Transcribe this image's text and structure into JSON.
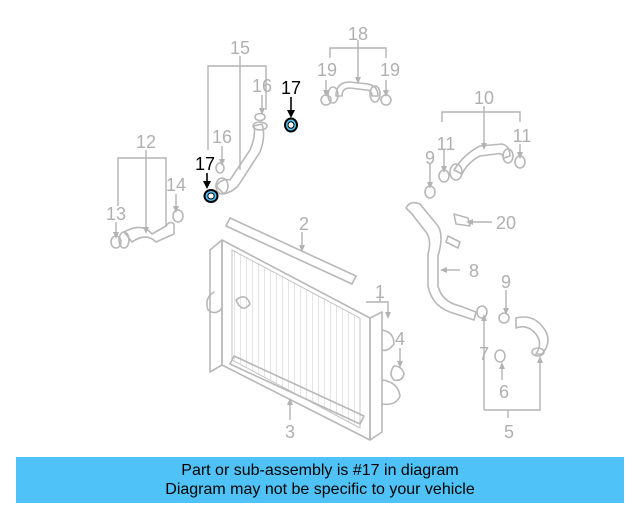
{
  "diagram": {
    "highlight_color": "#4fc3f7",
    "part_line_color": "#b8b8b8",
    "callouts": {
      "c1": "1",
      "c2": "2",
      "c3": "3",
      "c4": "4",
      "c5": "5",
      "c6": "6",
      "c7": "7",
      "c8": "8",
      "c9a": "9",
      "c9b": "9",
      "c10": "10",
      "c11a": "11",
      "c11b": "11",
      "c12": "12",
      "c13": "13",
      "c14": "14",
      "c15": "15",
      "c16a": "16",
      "c16b": "16",
      "c17a": "17",
      "c17b": "17",
      "c18": "18",
      "c19a": "19",
      "c19b": "19",
      "c20": "20"
    }
  },
  "banner": {
    "line1": "Part or sub-assembly is #17 in diagram",
    "line2": "Diagram may not be specific to your vehicle",
    "background": "#4fc3f7"
  }
}
